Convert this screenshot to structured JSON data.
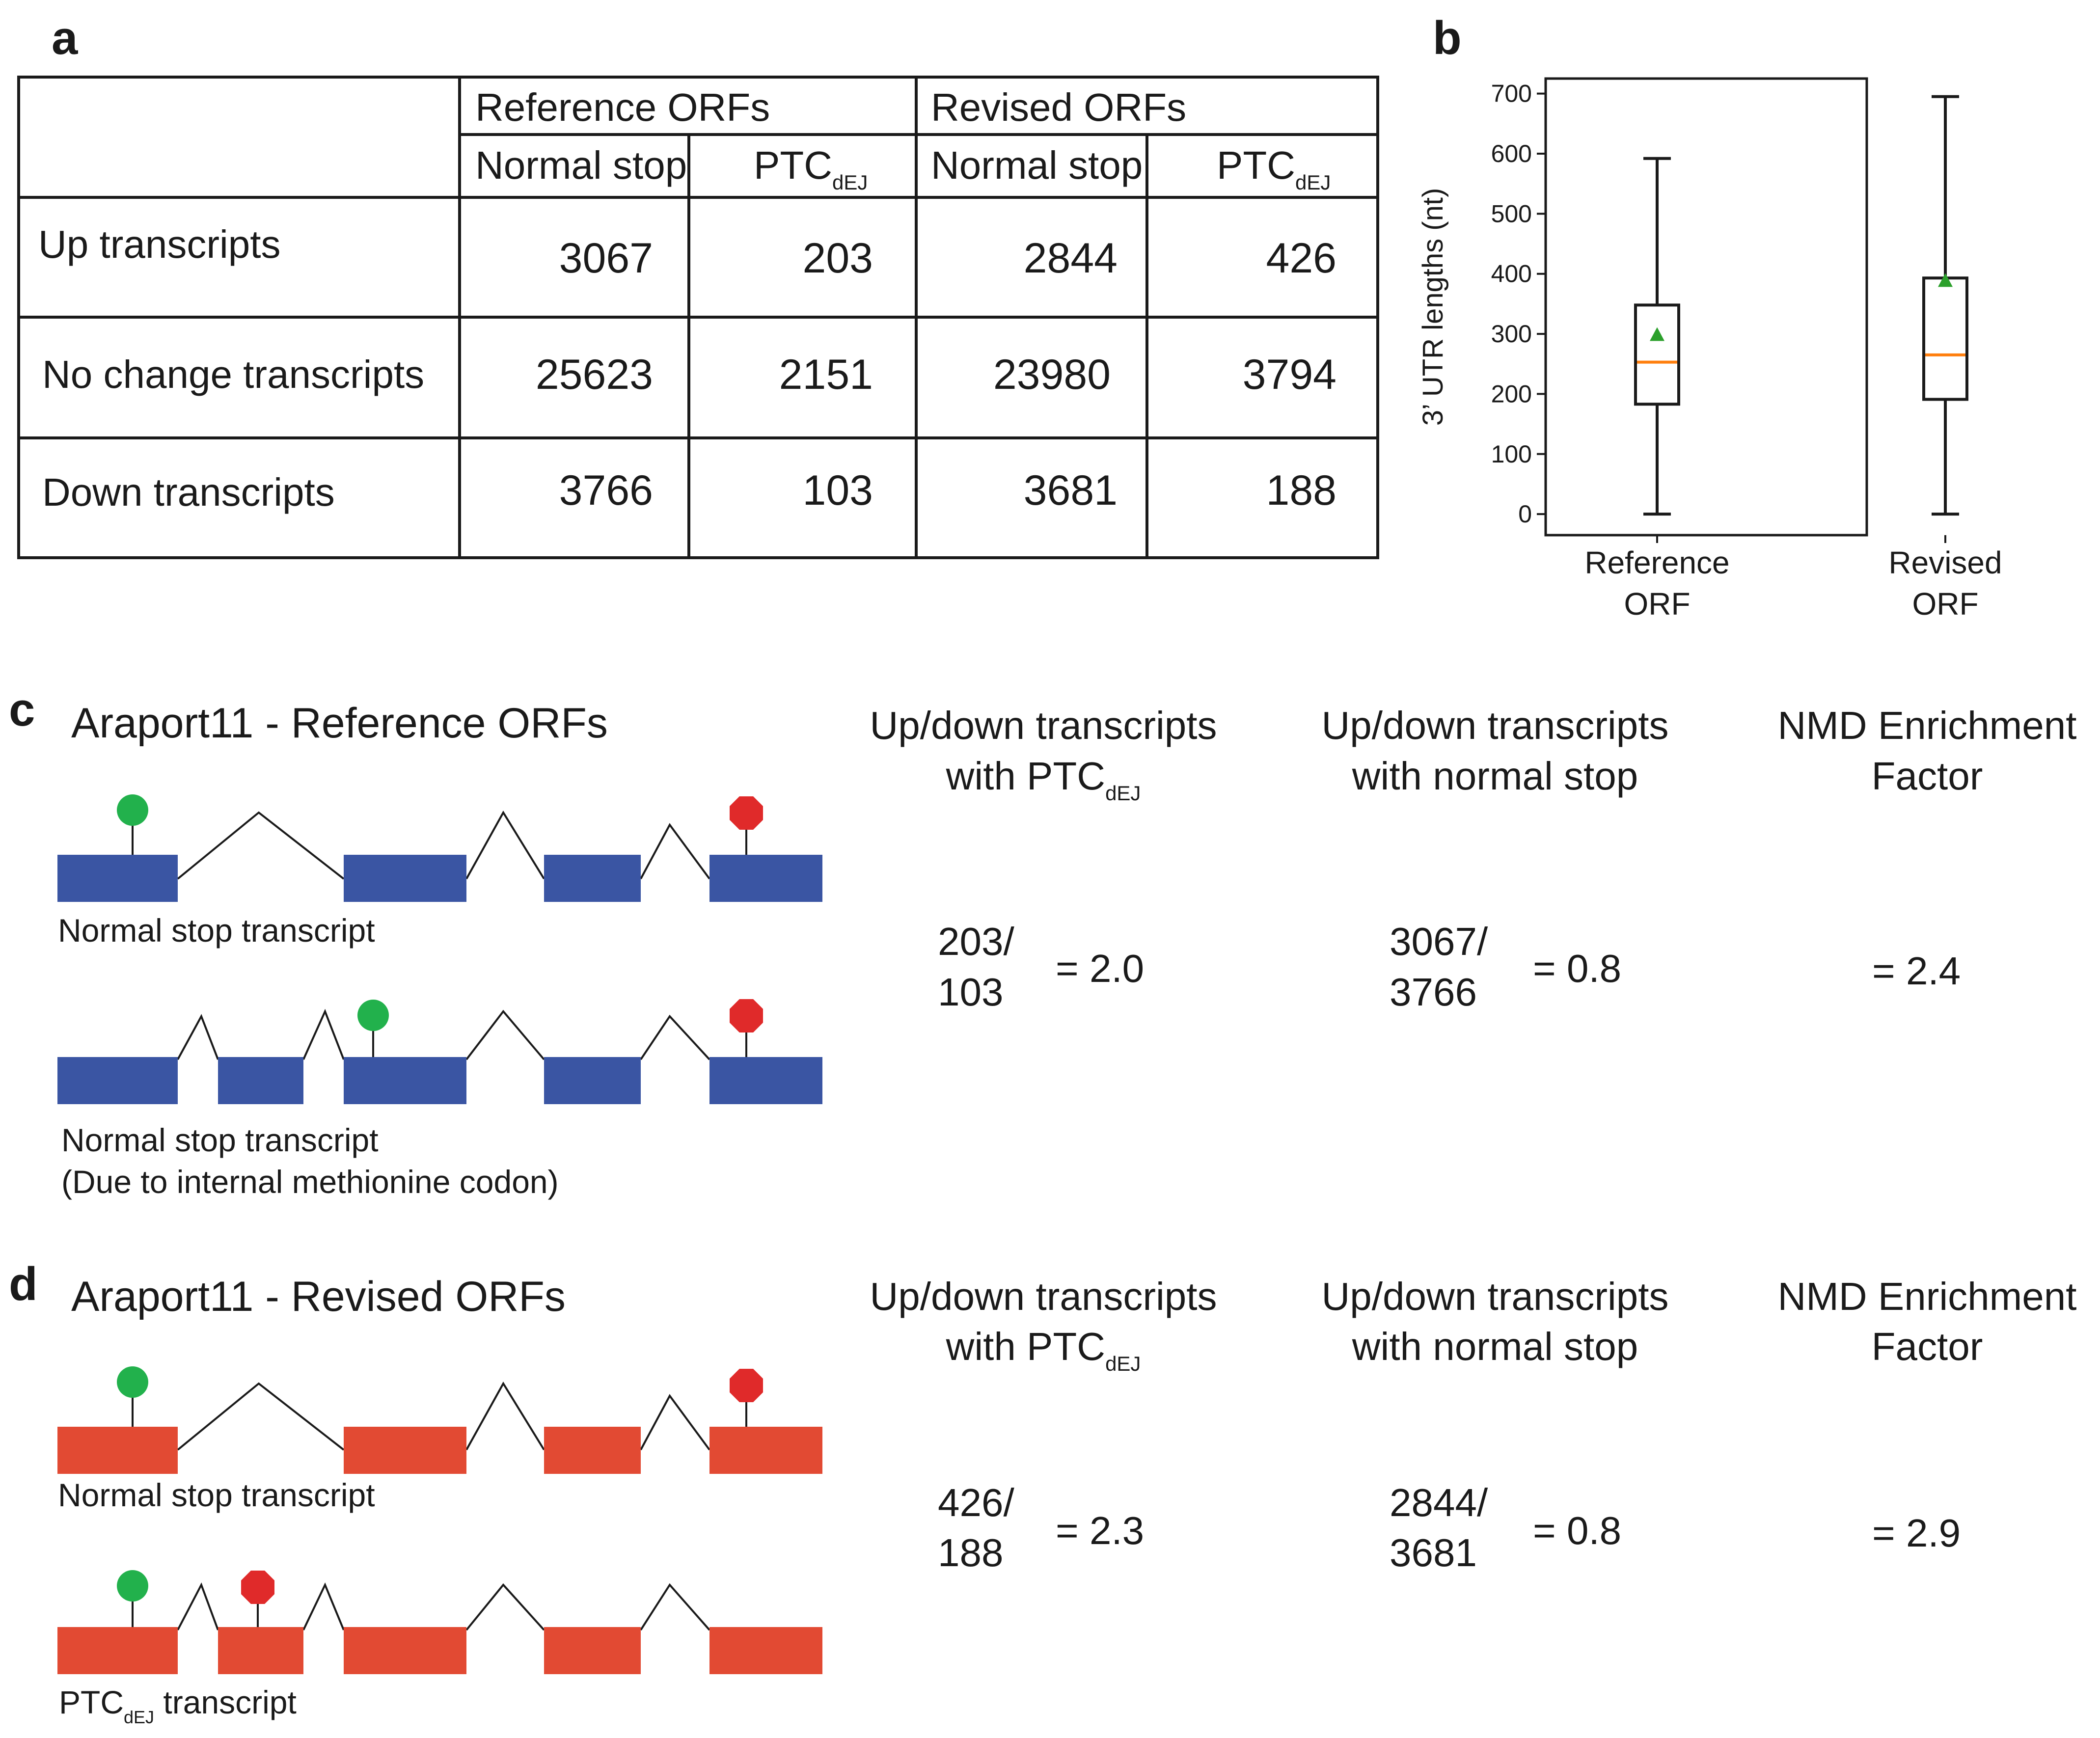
{
  "panels": {
    "a": {
      "letter": "a",
      "header": {
        "group1": "Reference ORFs",
        "group2": "Revised ORFs"
      },
      "subheaders": {
        "normal": "Normal stop",
        "ptc_main": "PTC",
        "ptc_sub": "dEJ"
      },
      "rows": [
        {
          "label": "Up transcripts",
          "values": [
            "3067",
            "203",
            "2844",
            "426"
          ]
        },
        {
          "label": "No change transcripts",
          "values": [
            "25623",
            "2151",
            "23980",
            "3794"
          ]
        },
        {
          "label": "Down transcripts",
          "values": [
            "3766",
            "103",
            "3681",
            "188"
          ]
        }
      ]
    },
    "b": {
      "letter": "b"
    },
    "c": {
      "letter": "c",
      "title": "Araport11 - Reference ORFs",
      "transcript1_label": "Normal stop transcript",
      "transcript2_label_line1": "Normal stop transcript",
      "transcript2_label_line2": "(Due to internal methionine codon)",
      "col1_header_line1": "Up/down transcripts",
      "col1_header_line2": "with PTC",
      "col1_header_sub": "dEJ",
      "col2_header_line1": "Up/down transcripts",
      "col2_header_line2": "with normal stop",
      "col3_header_line1": "NMD Enrichment",
      "col3_header_line2": "Factor",
      "ratio1_num": "203/",
      "ratio1_den": "103",
      "ratio1_result": "= 2.0",
      "ratio2_num": "3067/",
      "ratio2_den": "3766",
      "ratio2_result": "= 0.8",
      "factor": "= 2.4"
    },
    "d": {
      "letter": "d",
      "title": "Araport11 - Revised ORFs",
      "transcript1_label": "Normal stop transcript",
      "transcript2_label_main": "PTC",
      "transcript2_label_sub": "dEJ",
      "transcript2_label_rest": " transcript",
      "col1_header_line1": "Up/down transcripts",
      "col1_header_line2": "with PTC",
      "col1_header_sub": "dEJ",
      "col2_header_line1": "Up/down transcripts",
      "col2_header_line2": "with normal stop",
      "col3_header_line1": "NMD Enrichment",
      "col3_header_line2": "Factor",
      "ratio1_num": "426/",
      "ratio1_den": "188",
      "ratio1_result": "= 2.3",
      "ratio2_num": "2844/",
      "ratio2_den": "3681",
      "ratio2_result": "= 0.8",
      "factor": "= 2.9"
    }
  },
  "colors": {
    "reference_exon": "#3a55a3",
    "revised_exon": "#e24a33",
    "start_codon": "#22b14c",
    "stop_codon": "#e02a2a",
    "median_line": "#ff7f0e",
    "mean_marker": "#2ca02c"
  },
  "icons": {
    "start": "start-codon-lollipop-icon",
    "stop": "stop-codon-octagon-icon"
  },
  "chart_data": {
    "type": "box",
    "ylabel": "3’ UTR lengths (nt)",
    "xlabel": "",
    "ylim": [
      -35,
      725
    ],
    "yticks": [
      0,
      100,
      200,
      300,
      400,
      500,
      600,
      700
    ],
    "categories": [
      "Reference\nORF",
      "Revised\nORF"
    ],
    "boxes": [
      {
        "name": "Reference ORF",
        "whisker_low": 0,
        "q1": 183,
        "median": 253,
        "q3": 348,
        "whisker_high": 592,
        "mean": 298
      },
      {
        "name": "Revised ORF",
        "whisker_low": 0,
        "q1": 191,
        "median": 265,
        "q3": 393,
        "whisker_high": 695,
        "mean": 388
      }
    ],
    "grid": false,
    "legend": "none",
    "showfliers": false
  }
}
